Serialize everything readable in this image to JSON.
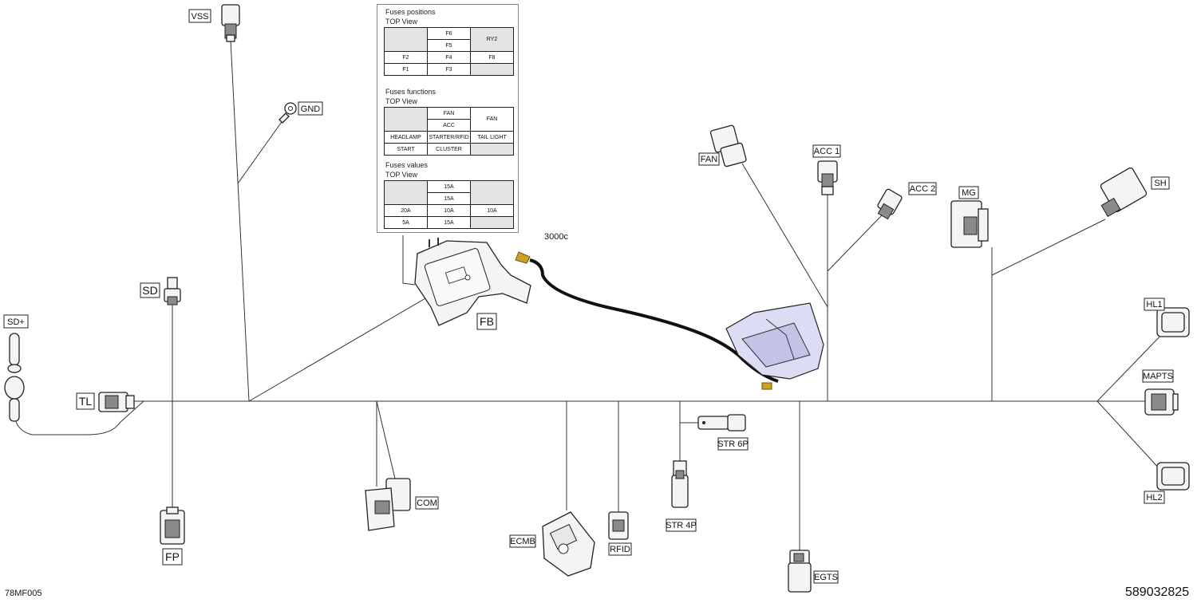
{
  "connectors": {
    "vss": "VSS",
    "gnd": "GND",
    "sd": "SD",
    "sd_plus": "SD+",
    "tl": "TL",
    "fp": "FP",
    "fb": "FB",
    "com": "COM",
    "ecmb": "ECMB",
    "rfid": "RFID",
    "str6p": "STR 6P",
    "str4p": "STR 4P",
    "egts": "EGTS",
    "fan": "FAN",
    "acc1": "ACC 1",
    "acc2": "ACC 2",
    "mg": "MG",
    "sh": "SH",
    "hl1": "HL1",
    "mapts": "MAPTS",
    "hl2": "HL2"
  },
  "part_label": "3000c",
  "fuse_positions": {
    "title": "Fuses positions",
    "view": "TOP View",
    "rows": [
      [
        "",
        "F6",
        "RY2"
      ],
      [
        "",
        "F5",
        ""
      ],
      [
        "F2",
        "F4",
        "F8"
      ],
      [
        "F1",
        "F3",
        ""
      ]
    ]
  },
  "fuse_functions": {
    "title": "Fuses functions",
    "view": "TOP View",
    "rows": [
      [
        "",
        "FAN",
        "FAN"
      ],
      [
        "",
        "ACC",
        ""
      ],
      [
        "HEADLAMP",
        "STARTER/RFID",
        "TAIL LIGHT"
      ],
      [
        "START",
        "CLUSTER",
        ""
      ]
    ]
  },
  "fuse_values": {
    "title": "Fuses values",
    "view": "TOP View",
    "rows": [
      [
        "",
        "15A",
        ""
      ],
      [
        "",
        "15A",
        ""
      ],
      [
        "20A",
        "10A",
        "10A"
      ],
      [
        "5A",
        "15A",
        ""
      ]
    ]
  },
  "footer": {
    "left_code": "78MF005",
    "right_code": "589032825"
  }
}
